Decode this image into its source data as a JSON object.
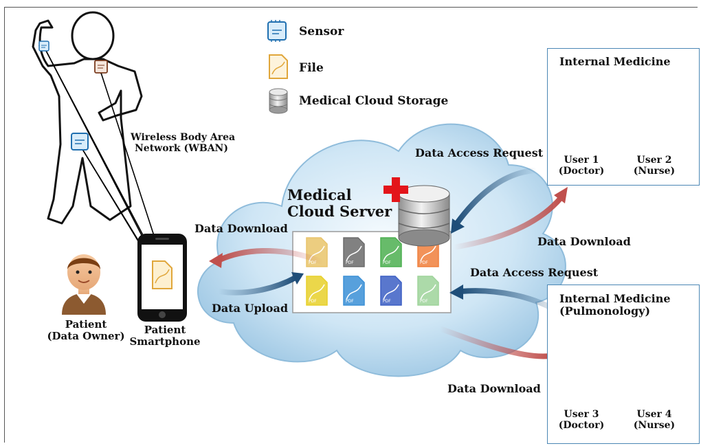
{
  "legend": {
    "sensor_label": "Sensor",
    "file_label": "File",
    "storage_label": "Medical Cloud Storage"
  },
  "wban": {
    "line1": "Wireless  Body Area",
    "line2": "Network  (WBAN)"
  },
  "patient": {
    "line1": "Patient",
    "line2": "(Data Owner)"
  },
  "smartphone": {
    "line1": "Patient",
    "line2": "Smartphone"
  },
  "cloud": {
    "line1": "Medical",
    "line2": "Cloud Server"
  },
  "flows": {
    "data_download_left": "Data Download",
    "data_upload": "Data Upload",
    "data_access_request_top": "Data Access Request",
    "data_download_top": "Data Download",
    "data_access_request_bottom": "Data Access Request",
    "data_download_bottom": "Data Download"
  },
  "group_top": {
    "title": "Internal Medicine",
    "users": [
      {
        "line1": "User 1",
        "line2": "(Doctor)"
      },
      {
        "line1": "User 2",
        "line2": "(Nurse)"
      }
    ]
  },
  "group_bottom": {
    "title_line1": "Internal Medicine",
    "title_line2": "(Pulmonology)",
    "users": [
      {
        "line1": "User 3",
        "line2": "(Doctor)"
      },
      {
        "line1": "User 4",
        "line2": "(Nurse)"
      }
    ]
  },
  "file_tiles": [
    {
      "color": "#e9c46a",
      "text": "PDF"
    },
    {
      "color": "#6b6b6b",
      "text": "PDF"
    },
    {
      "color": "#4caf50",
      "text": "PDF"
    },
    {
      "color": "#f07f3c",
      "text": "PDF"
    },
    {
      "color": "#e8d02a",
      "text": "PDF"
    },
    {
      "color": "#3a8fd6",
      "text": "PDF"
    },
    {
      "color": "#3c5fc4",
      "text": "PDF"
    },
    {
      "color": "#9ed39a",
      "text": "PDF"
    }
  ],
  "colors": {
    "box_border": "#4a86b4",
    "arrow_red": "#c0504d",
    "arrow_blue": "#1f4e79",
    "cloud": "#bfdcf0"
  }
}
